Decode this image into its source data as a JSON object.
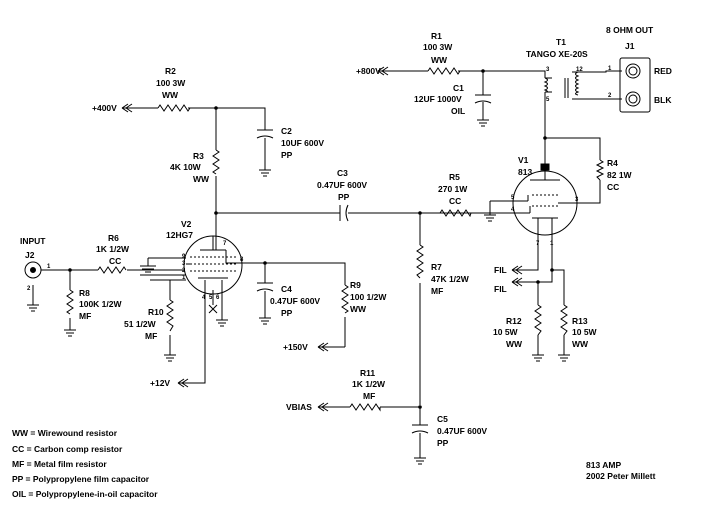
{
  "title": {
    "name": "813 AMP",
    "author": "2002 Peter Millett"
  },
  "rails": {
    "b800": "+800V",
    "b400": "+400V",
    "b150": "+150V",
    "b12": "+12V",
    "vbias": "VBIAS",
    "fil1": "FIL",
    "fil2": "FIL"
  },
  "components": {
    "r1": {
      "ref": "R1",
      "value": "100 3W",
      "type": "WW"
    },
    "r2": {
      "ref": "R2",
      "value": "100 3W",
      "type": "WW"
    },
    "r3": {
      "ref": "R3",
      "value": "4K 10W",
      "type": "WW"
    },
    "r4": {
      "ref": "R4",
      "value": "82 1W",
      "type": "CC"
    },
    "r5": {
      "ref": "R5",
      "value": "270 1W",
      "type": "CC"
    },
    "r6": {
      "ref": "R6",
      "value": "1K 1/2W",
      "type": "CC"
    },
    "r7": {
      "ref": "R7",
      "value": "47K 1/2W",
      "type": "MF"
    },
    "r8": {
      "ref": "R8",
      "value": "100K 1/2W",
      "type": "MF"
    },
    "r9": {
      "ref": "R9",
      "value": "100 1/2W",
      "type": "WW"
    },
    "r10": {
      "ref": "R10",
      "value": "51 1/2W",
      "type": "MF"
    },
    "r11": {
      "ref": "R11",
      "value": "1K 1/2W",
      "type": "MF"
    },
    "r12": {
      "ref": "R12",
      "value": "10  5W",
      "type": "WW"
    },
    "r13": {
      "ref": "R13",
      "value": "10 5W",
      "type": "WW"
    },
    "c1": {
      "ref": "C1",
      "value": "12UF 1000V",
      "type": "OIL"
    },
    "c2": {
      "ref": "C2",
      "value": "10UF 600V",
      "type": "PP"
    },
    "c3": {
      "ref": "C3",
      "value": "0.47UF 600V",
      "type": "PP"
    },
    "c4": {
      "ref": "C4",
      "value": "0.47UF 600V",
      "type": "PP"
    },
    "c5": {
      "ref": "C5",
      "value": "0.47UF 600V",
      "type": "PP"
    },
    "t1": {
      "ref": "T1",
      "value": "TANGO XE-20S",
      "pins": [
        "3",
        "12",
        "5",
        "1",
        "2"
      ]
    },
    "j1": {
      "ref": "J1",
      "heading": "8 OHM OUT",
      "red": "RED",
      "blk": "BLK"
    },
    "j2": {
      "ref": "J2",
      "heading": "INPUT",
      "pin1": "1",
      "pin2": "2"
    },
    "v1": {
      "ref": "V1",
      "value": "813",
      "pins": [
        "9",
        "5",
        "4",
        "3",
        "7",
        "1"
      ]
    },
    "v2": {
      "ref": "V2",
      "value": "12HG7",
      "pins": [
        "9",
        "3",
        "2",
        "1",
        "7",
        "8",
        "4",
        "5",
        "6"
      ]
    }
  },
  "legend": [
    "WW = Wirewound resistor",
    "CC = Carbon comp resistor",
    "MF = Metal film resistor",
    "PP = Polypropylene film capacitor",
    "OIL = Polypropylene-in-oil capacitor"
  ]
}
